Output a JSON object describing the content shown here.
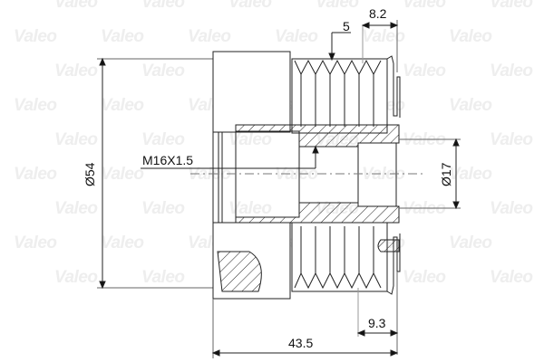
{
  "diagram": {
    "type": "technical-drawing",
    "subject": "alternator freewheel pulley cross-section",
    "watermark_text": "Valeo",
    "line_color": "#222222",
    "watermark_color": "#eeeeee",
    "dimensions": {
      "outer_diameter": "Ø54",
      "thread": "M16X1.5",
      "bore_diameter": "Ø17",
      "groove_pitch": "5",
      "end_width": "8.2",
      "hub_offset": "9.3",
      "overall_length": "43.5"
    }
  }
}
